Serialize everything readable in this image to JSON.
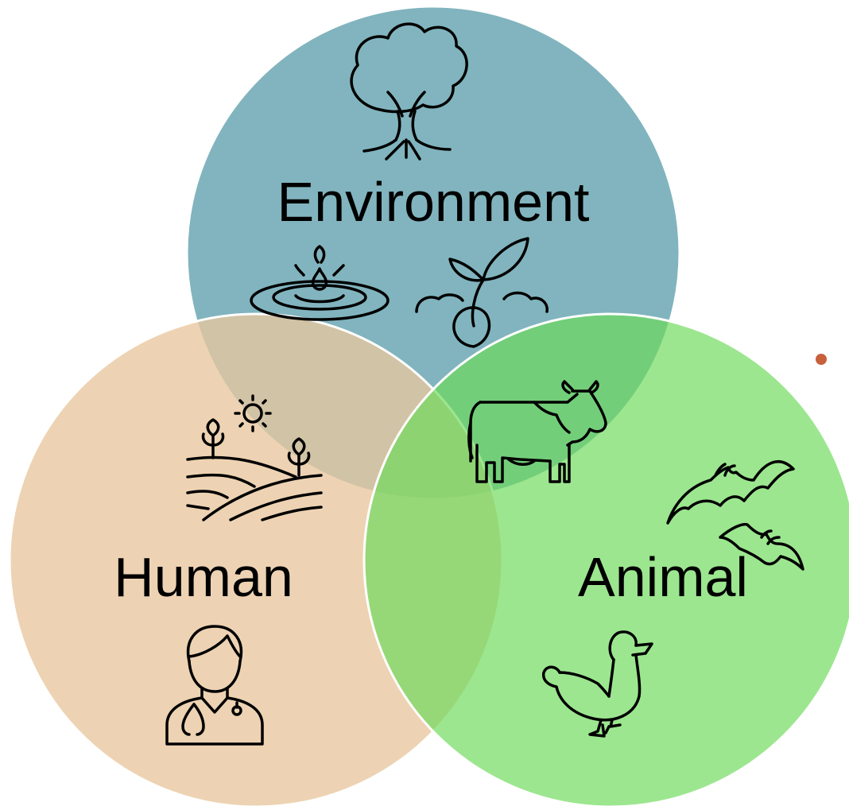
{
  "labels": {
    "environment": "Environment",
    "human": "Human",
    "animal": "Animal"
  },
  "colors": {
    "environment": "#6FAAB5",
    "human": "#E8C79E",
    "animal": "#6DDA5A",
    "bullet": "#C8603C"
  },
  "icons": [
    "tree-icon",
    "water-drop-icon",
    "sprout-icon",
    "farm-field-icon",
    "doctor-icon",
    "cow-icon",
    "bat-icon",
    "duck-icon"
  ]
}
